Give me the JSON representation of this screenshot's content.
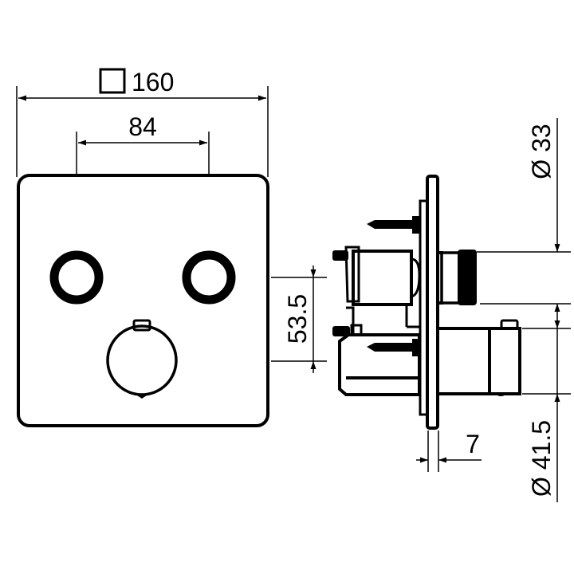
{
  "drawing": {
    "type": "technical-dimension-drawing",
    "subject": "concealed shower valve trim with two push buttons and thermostat knob",
    "views": [
      "front-view",
      "side-view"
    ],
    "colors": {
      "line": "#000000",
      "background": "#ffffff"
    }
  },
  "dimensions": {
    "plate_width": {
      "label": "160",
      "prefix_symbol": "square",
      "unit": "mm"
    },
    "button_spacing": {
      "label": "84",
      "unit": "mm"
    },
    "knob_offset": {
      "label": "53.5",
      "unit": "mm"
    },
    "plate_thickness": {
      "label": "7",
      "unit": "mm"
    },
    "button_diameter": {
      "label": "33",
      "prefix_symbol": "diameter",
      "display": "Ø 33",
      "unit": "mm"
    },
    "knob_diameter": {
      "label": "41.5",
      "prefix_symbol": "diameter",
      "display": "Ø 41.5",
      "unit": "mm"
    }
  }
}
